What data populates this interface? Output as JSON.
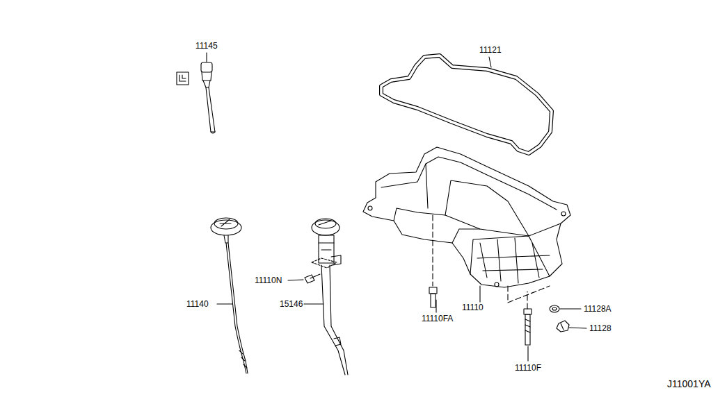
{
  "diagram": {
    "labels": [
      "11145",
      "11121",
      "11140",
      "15146",
      "11110N",
      "11110FA",
      "11110",
      "11128A",
      "11128",
      "11110F",
      "J11001YA"
    ]
  }
}
